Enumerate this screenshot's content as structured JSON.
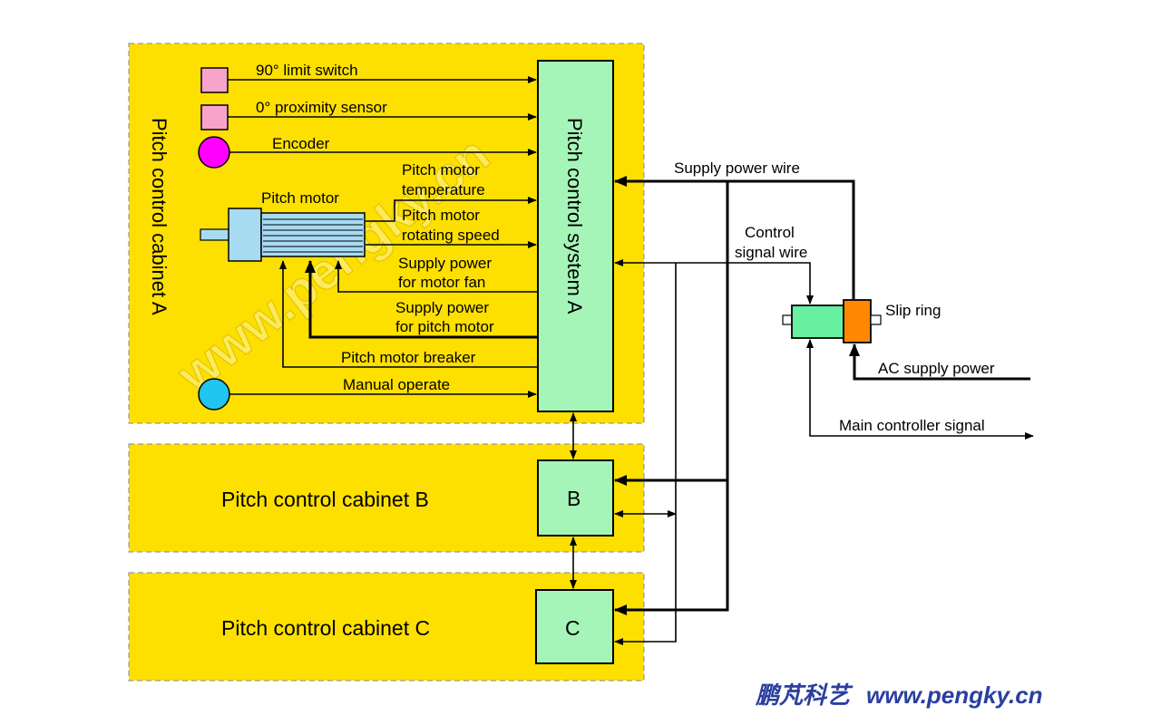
{
  "cabinets": {
    "a_label": "Pitch control cabinet A",
    "b_label": "Pitch control cabinet B",
    "c_label": "Pitch control cabinet C"
  },
  "system_a": "Pitch control system A",
  "box_b": "B",
  "box_c": "C",
  "inputs": {
    "limit_switch": "90° limit switch",
    "proximity_sensor": "0° proximity sensor",
    "encoder": "Encoder",
    "pitch_motor": "Pitch motor",
    "motor_temp_1": "Pitch motor",
    "motor_temp_2": "temperature",
    "motor_speed_1": "Pitch motor",
    "motor_speed_2": "rotating speed",
    "fan_power_1": "Supply power",
    "fan_power_2": "for motor fan",
    "motor_power_1": "Supply power",
    "motor_power_2": "for pitch motor",
    "breaker": "Pitch motor breaker",
    "manual": "Manual operate"
  },
  "external": {
    "supply_power_wire": "Supply power wire",
    "control_signal_1": "Control",
    "control_signal_2": "signal wire",
    "slip_ring": "Slip ring",
    "ac_supply": "AC supply power",
    "main_controller": "Main controller signal"
  },
  "watermark": "www.pengky.cn",
  "brand": {
    "chinese": "鹏芃科艺",
    "url": "www.pengky.cn"
  },
  "colors": {
    "cabinet_fill": "#fde000",
    "system_fill": "#a6f5b8",
    "sensor_pink": "#f7a3cc",
    "encoder_magenta": "#ff00ff",
    "manual_cyan": "#22c4f0",
    "motor_blue": "#a7dbf2",
    "slip_green": "#66f0a0",
    "slip_orange": "#ff8800",
    "brand_blue": "#2a3fa0"
  }
}
